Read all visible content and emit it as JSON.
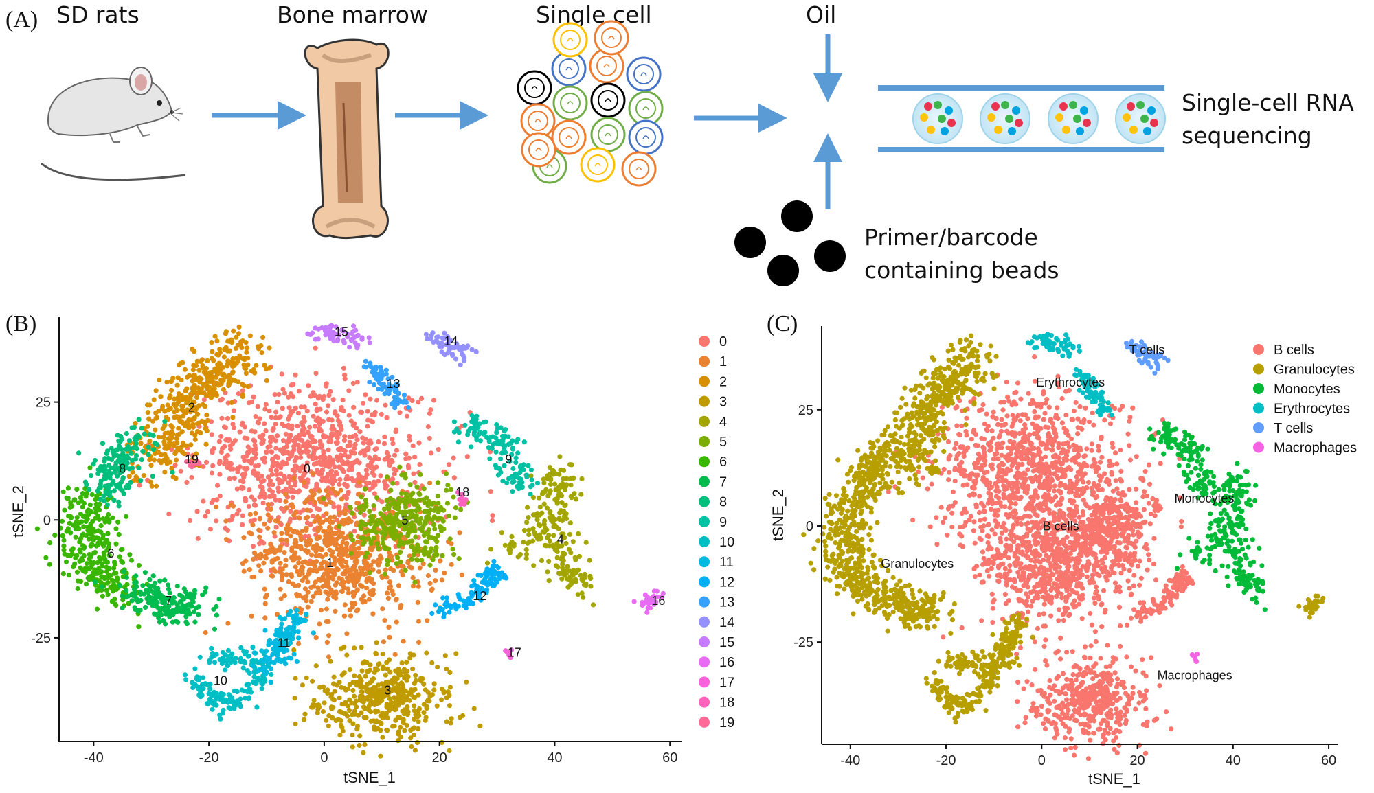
{
  "panels": {
    "a": {
      "letter": "(A)",
      "steps": [
        "SD rats",
        "Bone marrow",
        "Single cell",
        "Oil"
      ],
      "sequencing_line1": "Single-cell RNA",
      "sequencing_line2": "sequencing",
      "beads_line1": "Primer/barcode",
      "beads_line2": "containing beads",
      "icons": [
        "rat-icon",
        "bone-icon",
        "cells-icon",
        "droplet-icon",
        "bead-icon"
      ]
    },
    "b": {
      "letter": "(B)"
    },
    "c": {
      "letter": "(C)"
    }
  },
  "colors": {
    "arrow": "#5b9bd5",
    "cluster_palette": [
      "#f8766d",
      "#ea8331",
      "#d89000",
      "#c09b00",
      "#a3a500",
      "#7cae00",
      "#39b600",
      "#00bb4e",
      "#00bf7d",
      "#00c1a3",
      "#00bfc4",
      "#00bae0",
      "#00b0f6",
      "#35a2ff",
      "#9590ff",
      "#c77cff",
      "#e76bf3",
      "#fa62db",
      "#ff62bc",
      "#ff6a98"
    ],
    "celltype": {
      "B cells": "#f8766d",
      "Granulocytes": "#b79f00",
      "Monocytes": "#00ba38",
      "Erythrocytes": "#00bfc4",
      "T cells": "#619cff",
      "Macrophages": "#f564e3"
    }
  },
  "chart_data": [
    {
      "type": "scatter",
      "panel": "B",
      "xlabel": "tSNE_1",
      "ylabel": "tSNE_2",
      "xticks": [
        -40,
        -20,
        0,
        20,
        40,
        60
      ],
      "yticks": [
        -25,
        0,
        25
      ],
      "xlim": [
        -46,
        62
      ],
      "ylim": [
        -47,
        43
      ],
      "legend_position": "right",
      "legend": [
        "0",
        "1",
        "2",
        "3",
        "4",
        "5",
        "6",
        "7",
        "8",
        "9",
        "10",
        "11",
        "12",
        "13",
        "14",
        "15",
        "16",
        "17",
        "18",
        "19"
      ],
      "cluster_labels": [
        {
          "label": "0",
          "x": -3,
          "y": 10
        },
        {
          "label": "1",
          "x": 1,
          "y": -10
        },
        {
          "label": "2",
          "x": -23,
          "y": 23
        },
        {
          "label": "3",
          "x": 11,
          "y": -37
        },
        {
          "label": "4",
          "x": 41,
          "y": -5
        },
        {
          "label": "5",
          "x": 14,
          "y": -1
        },
        {
          "label": "6",
          "x": -37,
          "y": -8
        },
        {
          "label": "7",
          "x": -27,
          "y": -18
        },
        {
          "label": "8",
          "x": -35,
          "y": 10
        },
        {
          "label": "9",
          "x": 32,
          "y": 12
        },
        {
          "label": "10",
          "x": -18,
          "y": -35
        },
        {
          "label": "11",
          "x": -7,
          "y": -27
        },
        {
          "label": "12",
          "x": 27,
          "y": -17
        },
        {
          "label": "13",
          "x": 12,
          "y": 28
        },
        {
          "label": "14",
          "x": 22,
          "y": 37
        },
        {
          "label": "15",
          "x": 3,
          "y": 39
        },
        {
          "label": "16",
          "x": 58,
          "y": -18
        },
        {
          "label": "17",
          "x": 33,
          "y": -29
        },
        {
          "label": "18",
          "x": 24,
          "y": 5
        },
        {
          "label": "19",
          "x": -23,
          "y": 12
        }
      ]
    },
    {
      "type": "scatter",
      "panel": "C",
      "xlabel": "tSNE_1",
      "ylabel": "tSNE_2",
      "xticks": [
        -40,
        -20,
        0,
        20,
        40,
        60
      ],
      "yticks": [
        -25,
        0,
        25
      ],
      "xlim": [
        -46,
        62
      ],
      "ylim": [
        -47,
        43
      ],
      "legend_position": "top-right",
      "legend": [
        "B cells",
        "Granulocytes",
        "Monocytes",
        "Erythrocytes",
        "T cells",
        "Macrophages"
      ],
      "cluster_labels": [
        {
          "label": "B cells",
          "x": 4,
          "y": -1
        },
        {
          "label": "Granulocytes",
          "x": -26,
          "y": -9
        },
        {
          "label": "Monocytes",
          "x": 34,
          "y": 5
        },
        {
          "label": "Erythrocytes",
          "x": 6,
          "y": 30
        },
        {
          "label": "T cells",
          "x": 22,
          "y": 37
        },
        {
          "label": "Macrophages",
          "x": 32,
          "y": -33
        }
      ]
    }
  ]
}
